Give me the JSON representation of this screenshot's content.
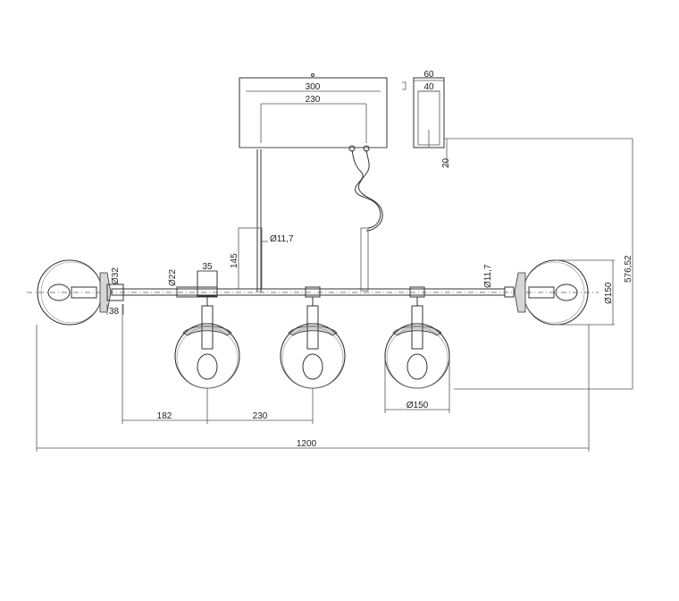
{
  "dimensions": {
    "canopy_width": "300",
    "canopy_inner": "230",
    "canopy_depth": "60",
    "canopy_inner_depth": "40",
    "canopy_height": "20",
    "overall_height": "576,52",
    "cable_dia": "Ø11,7",
    "rod_dia_right": "Ø11,7",
    "drop_height": "145",
    "fitting_width": "35",
    "socket_dia": "Ø22",
    "end_cap_dia": "Ø32",
    "end_cap_length": "38",
    "shade_dia_side": "Ø150",
    "shade_dia_bottom": "Ø150",
    "offset_left": "182",
    "spacing": "230",
    "overall_length": "1200"
  }
}
